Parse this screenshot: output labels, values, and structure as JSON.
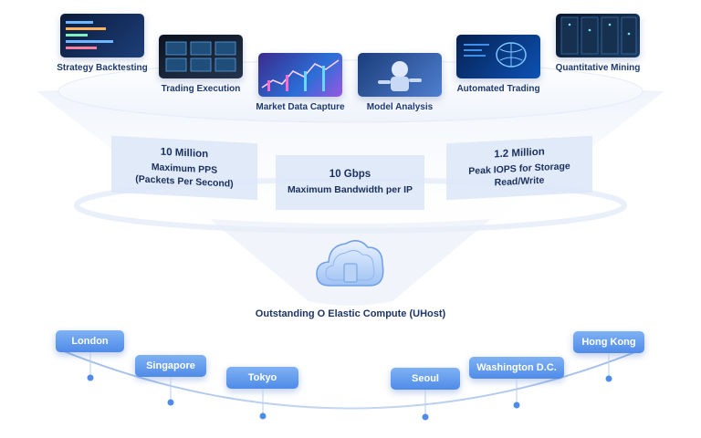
{
  "use_cases": [
    {
      "label": "Strategy Backtesting",
      "icon": "code-screen-image"
    },
    {
      "label": "Trading Execution",
      "icon": "trading-desk-image"
    },
    {
      "label": "Market Data Capture",
      "icon": "market-chart-image"
    },
    {
      "label": "Model Analysis",
      "icon": "robot-hand-image"
    },
    {
      "label": "Automated Trading",
      "icon": "ai-brain-image"
    },
    {
      "label": "Quantitative Mining",
      "icon": "server-room-image"
    }
  ],
  "metrics": [
    {
      "value": "10 Million",
      "lines": [
        "Maximum PPS",
        "(Packets Per Second)"
      ]
    },
    {
      "value": "10 Gbps",
      "lines": [
        "Maximum Bandwidth per IP"
      ]
    },
    {
      "value": "1.2 Million",
      "lines": [
        "Peak IOPS for Storage",
        "Read/Write"
      ]
    }
  ],
  "compute": {
    "title": "Outstanding O Elastic Compute (UHost)",
    "icon": "cloud-icon"
  },
  "cities": [
    "London",
    "Singapore",
    "Tokyo",
    "Seoul",
    "Washington D.C.",
    "Hong Kong"
  ],
  "colors": {
    "accent": "#4f8be8",
    "text_dark": "#1c3566",
    "panel": "#dce6f8"
  }
}
